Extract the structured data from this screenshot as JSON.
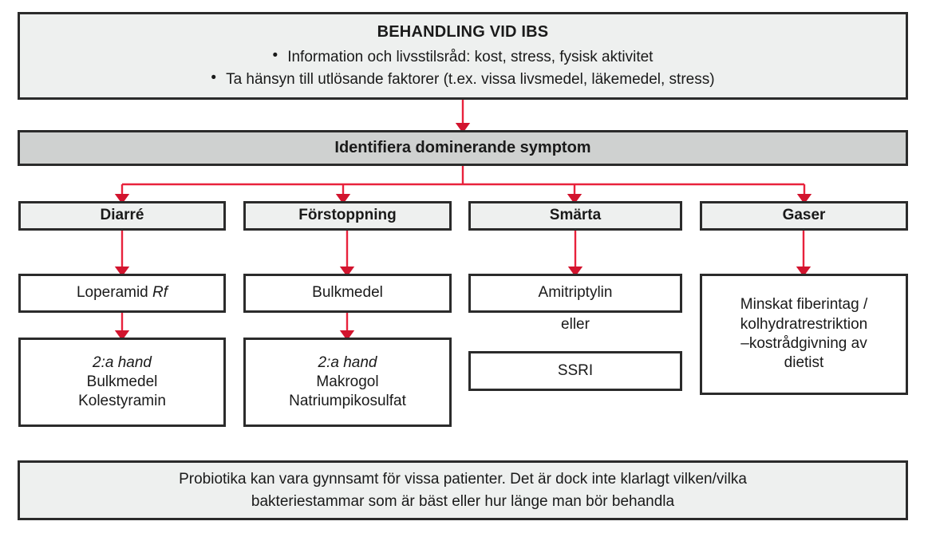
{
  "diagram": {
    "title": "BEHANDLING VID IBS",
    "language": "sv",
    "accent_color": "#e8223c",
    "border_color": "#2b2b2b",
    "shade_light": "#eef0ef",
    "shade_mid": "#cfd1d0",
    "top_box": {
      "heading": "BEHANDLING VID IBS",
      "bullet_char": "•",
      "bullets": [
        "Information och livsstilsråd: kost, stress, fysisk aktivitet",
        "Ta hänsyn till utlösande faktorer (t.ex. vissa livsmedel, läkemedel, stress)"
      ]
    },
    "identify_box": {
      "label": "Identifiera dominerande symptom"
    },
    "columns": [
      {
        "header": "Diarré",
        "level1": {
          "text": "Loperamid ",
          "emphasis": "Rf"
        },
        "level2": {
          "emphasis": "2:a hand",
          "lines": [
            "Bulkmedel",
            "Kolestyramin"
          ]
        }
      },
      {
        "header": "Förstoppning",
        "level1": {
          "text": "Bulkmedel",
          "emphasis": ""
        },
        "level2": {
          "emphasis": "2:a hand",
          "lines": [
            "Makrogol",
            "Natriumpikosulfat"
          ]
        }
      },
      {
        "header": "Smärta",
        "level1": {
          "text": "Amitriptylin",
          "emphasis": ""
        },
        "connector": "eller",
        "level2": {
          "emphasis": "",
          "lines": [
            "SSRI"
          ]
        }
      },
      {
        "header": "Gaser",
        "level1": {
          "text": "",
          "emphasis": "",
          "lines": [
            "Minskat fiberintag /",
            "kolhydratrestriktion",
            "–kostrådgivning av",
            "dietist"
          ]
        }
      }
    ],
    "bottom_box": {
      "lines": [
        "Probiotika kan vara gynnsamt för vissa patienter. Det är dock inte klarlagt vilken/vilka",
        "bakteriestammar som är bäst eller hur länge man bör behandla"
      ]
    }
  }
}
